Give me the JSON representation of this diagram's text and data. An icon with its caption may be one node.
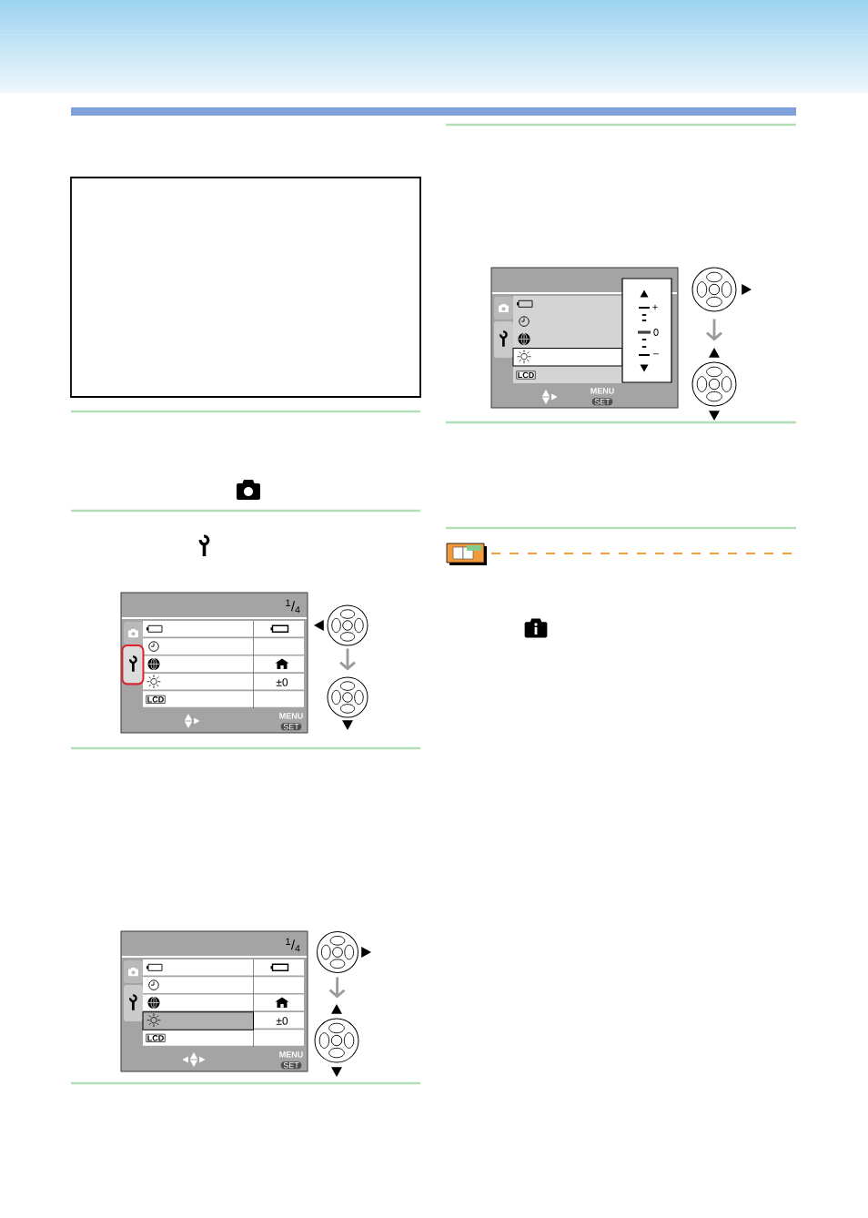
{
  "diagram": {
    "nodes": [
      {
        "text": [],
        "shape": "circle"
      },
      {
        "text": [],
        "shape": "circle"
      },
      {
        "text": [],
        "shape": "circle"
      },
      {
        "text": [],
        "shape": "circle"
      },
      {
        "text": [],
        "shape": "circle"
      },
      {
        "text": [],
        "shape": "circle"
      }
    ],
    "edges": [
      {
        "from": 0,
        "to": 1,
        "arrow": "to"
      },
      {
        "from": 2,
        "to": 3,
        "arrow": "to"
      },
      {
        "from": 4,
        "to": 5,
        "arrow": "to"
      }
    ],
    "labels": [
      "$^{1}$/$_{4}$",
      "±0",
      "LCD",
      "MENU",
      "SET",
      "$^{1}$/$_{4}$",
      "±0",
      "LCD",
      "MENU",
      "SET",
      "+",
      "0",
      "–",
      "LCD",
      "MENU",
      "SET"
    ]
  }
}
